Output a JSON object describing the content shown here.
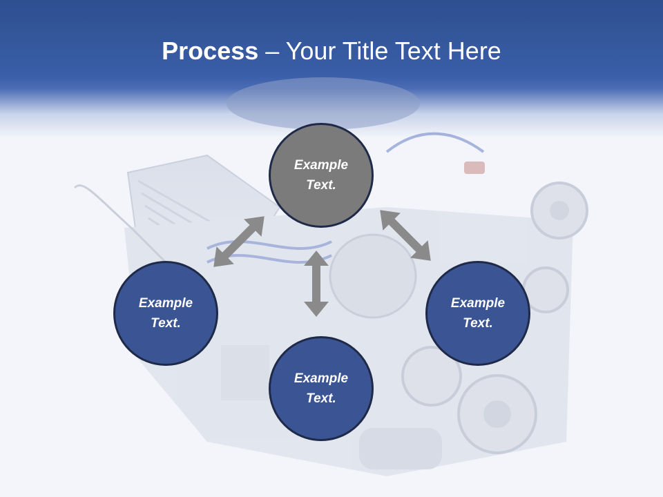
{
  "slide": {
    "title_bold": "Process",
    "title_rest": " – Your Title Text Here"
  },
  "nodes": [
    {
      "id": "top",
      "text": "Example\nText."
    },
    {
      "id": "left",
      "text": "Example\nText."
    },
    {
      "id": "right",
      "text": "Example\nText."
    },
    {
      "id": "bottom",
      "text": "Example\nText."
    }
  ],
  "colors": {
    "header": "#3a5ea8",
    "node_blue": "#3a5494",
    "node_gray": "#7b7b7b",
    "arrow": "#8a8a8a"
  },
  "icons": [
    "double-arrow-icon"
  ]
}
